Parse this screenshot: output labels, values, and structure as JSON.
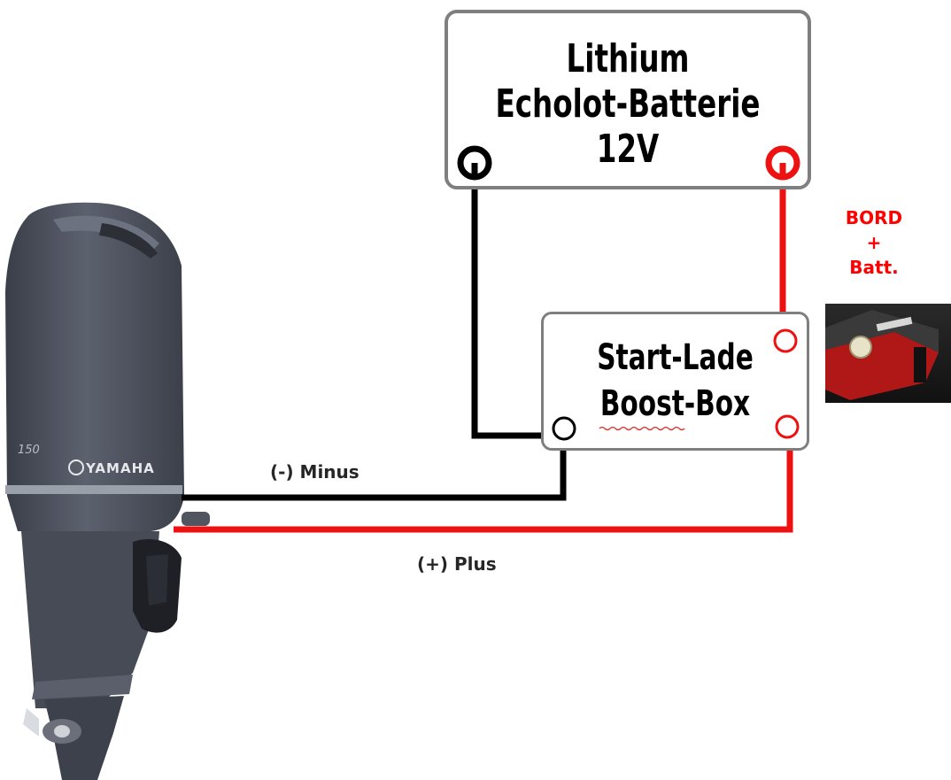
{
  "battery": {
    "line1": "Lithium",
    "line2": "Echolot-Batterie",
    "line3": "12V"
  },
  "boost_box": {
    "line1": "Start-Lade",
    "line2": "Boost-Box"
  },
  "wires": {
    "minus_label": "(-) Minus",
    "plus_label": "(+) Plus"
  },
  "bord_battery": {
    "line1": "BORD",
    "line2": "+",
    "line3": "Batt."
  },
  "engine": {
    "brand": "YAMAHA",
    "model": "150"
  },
  "colors": {
    "negative_wire": "#000000",
    "positive_wire": "#ee1111",
    "box_border": "#7f7f7f",
    "bord_label": "#ff0000",
    "engine_body": "#4e5360"
  }
}
